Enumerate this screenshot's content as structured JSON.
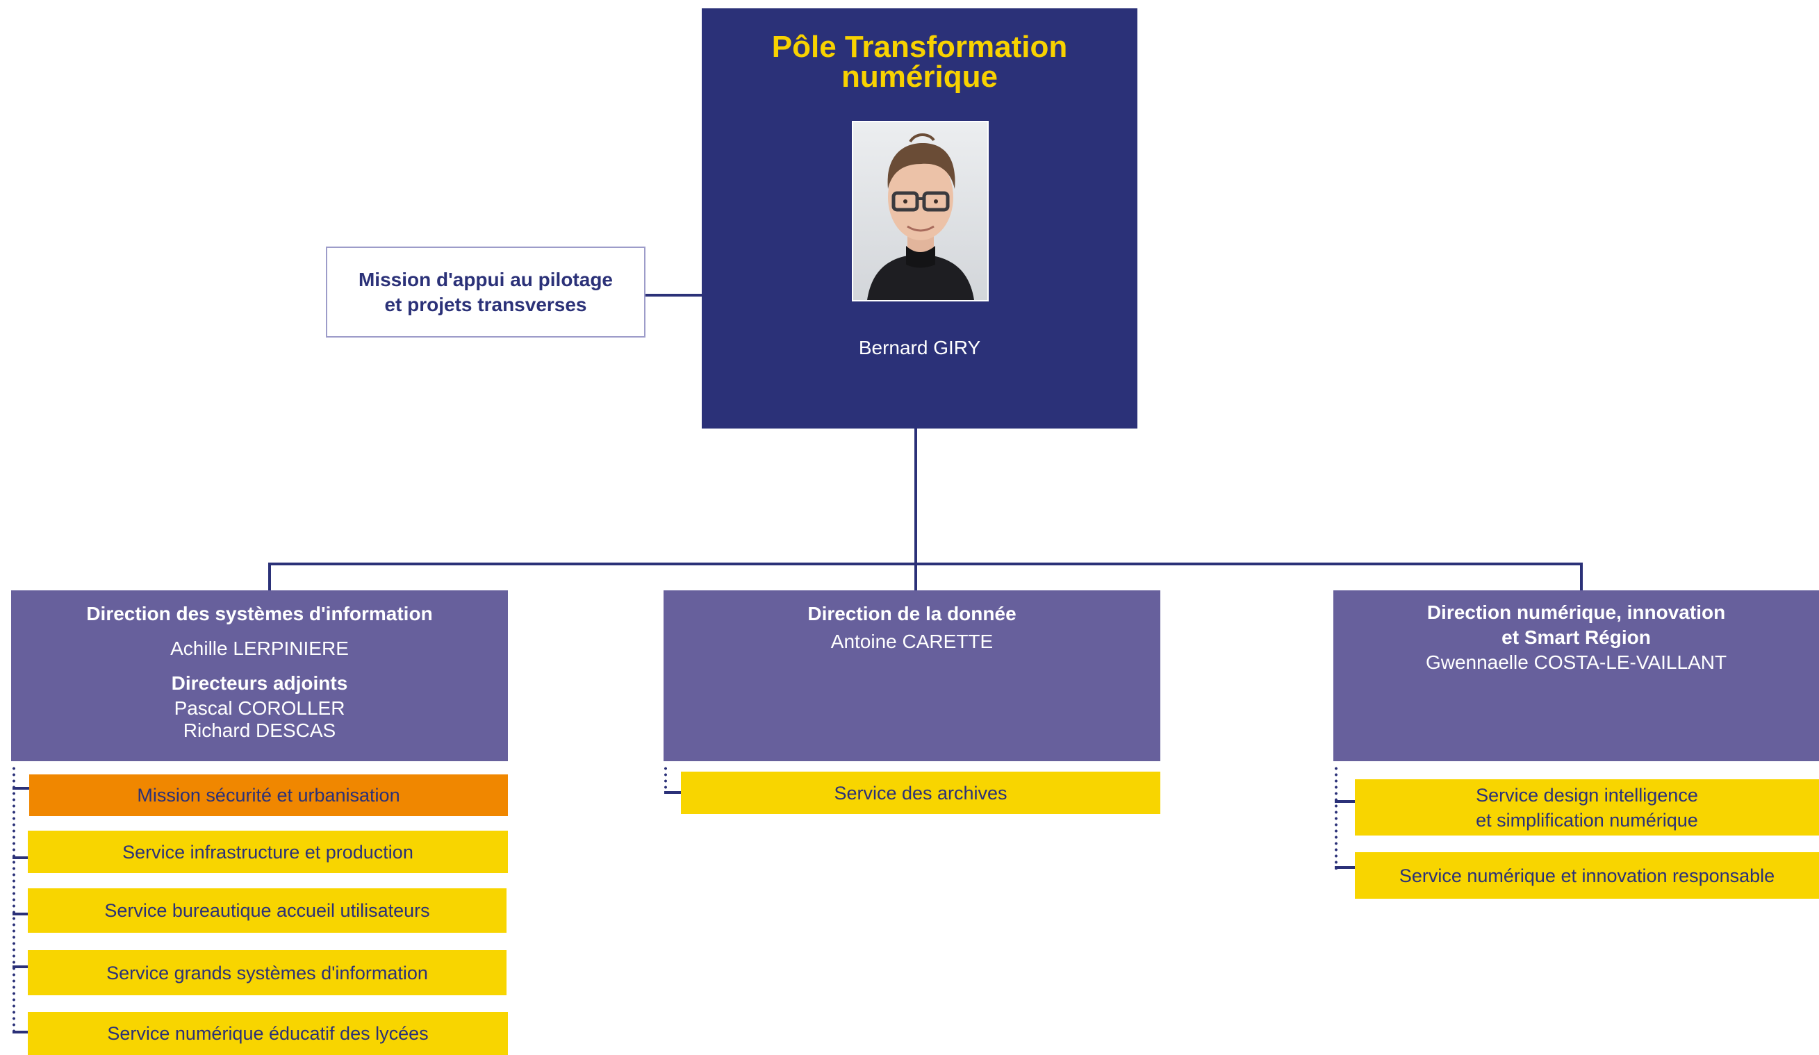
{
  "pole": {
    "title_line1": "Pôle Transformation",
    "title_line2": "numérique",
    "head_name": "Bernard GIRY"
  },
  "mission": {
    "line1": "Mission d'appui au pilotage",
    "line2": "et projets transverses"
  },
  "directions": [
    {
      "title": "Direction des systèmes d'information",
      "director": "Achille LERPINIERE",
      "deputies_label": "Directeurs adjoints",
      "deputy1": "Pascal COROLLER",
      "deputy2": "Richard DESCAS",
      "services": [
        "Mission sécurité et urbanisation",
        "Service infrastructure et production",
        "Service bureautique accueil utilisateurs",
        "Service grands systèmes d'information",
        "Service numérique éducatif des lycées"
      ]
    },
    {
      "title": "Direction de la donnée",
      "director": "Antoine CARETTE",
      "services": [
        "Service des archives"
      ]
    },
    {
      "title_line1": "Direction numérique, innovation",
      "title_line2": "et Smart Région",
      "director": "Gwennaelle COSTA-LE-VAILLANT",
      "services": [
        {
          "line1": "Service design intelligence",
          "line2": "et simplification numérique"
        },
        "Service numérique et innovation responsable"
      ]
    }
  ],
  "colors": {
    "navy": "#2b3178",
    "yellow_title": "#f8d200",
    "direction_purple": "#67609c",
    "service_yellow": "#f8d500",
    "mission_orange": "#f08700",
    "mission_border": "#9d9cc9"
  }
}
